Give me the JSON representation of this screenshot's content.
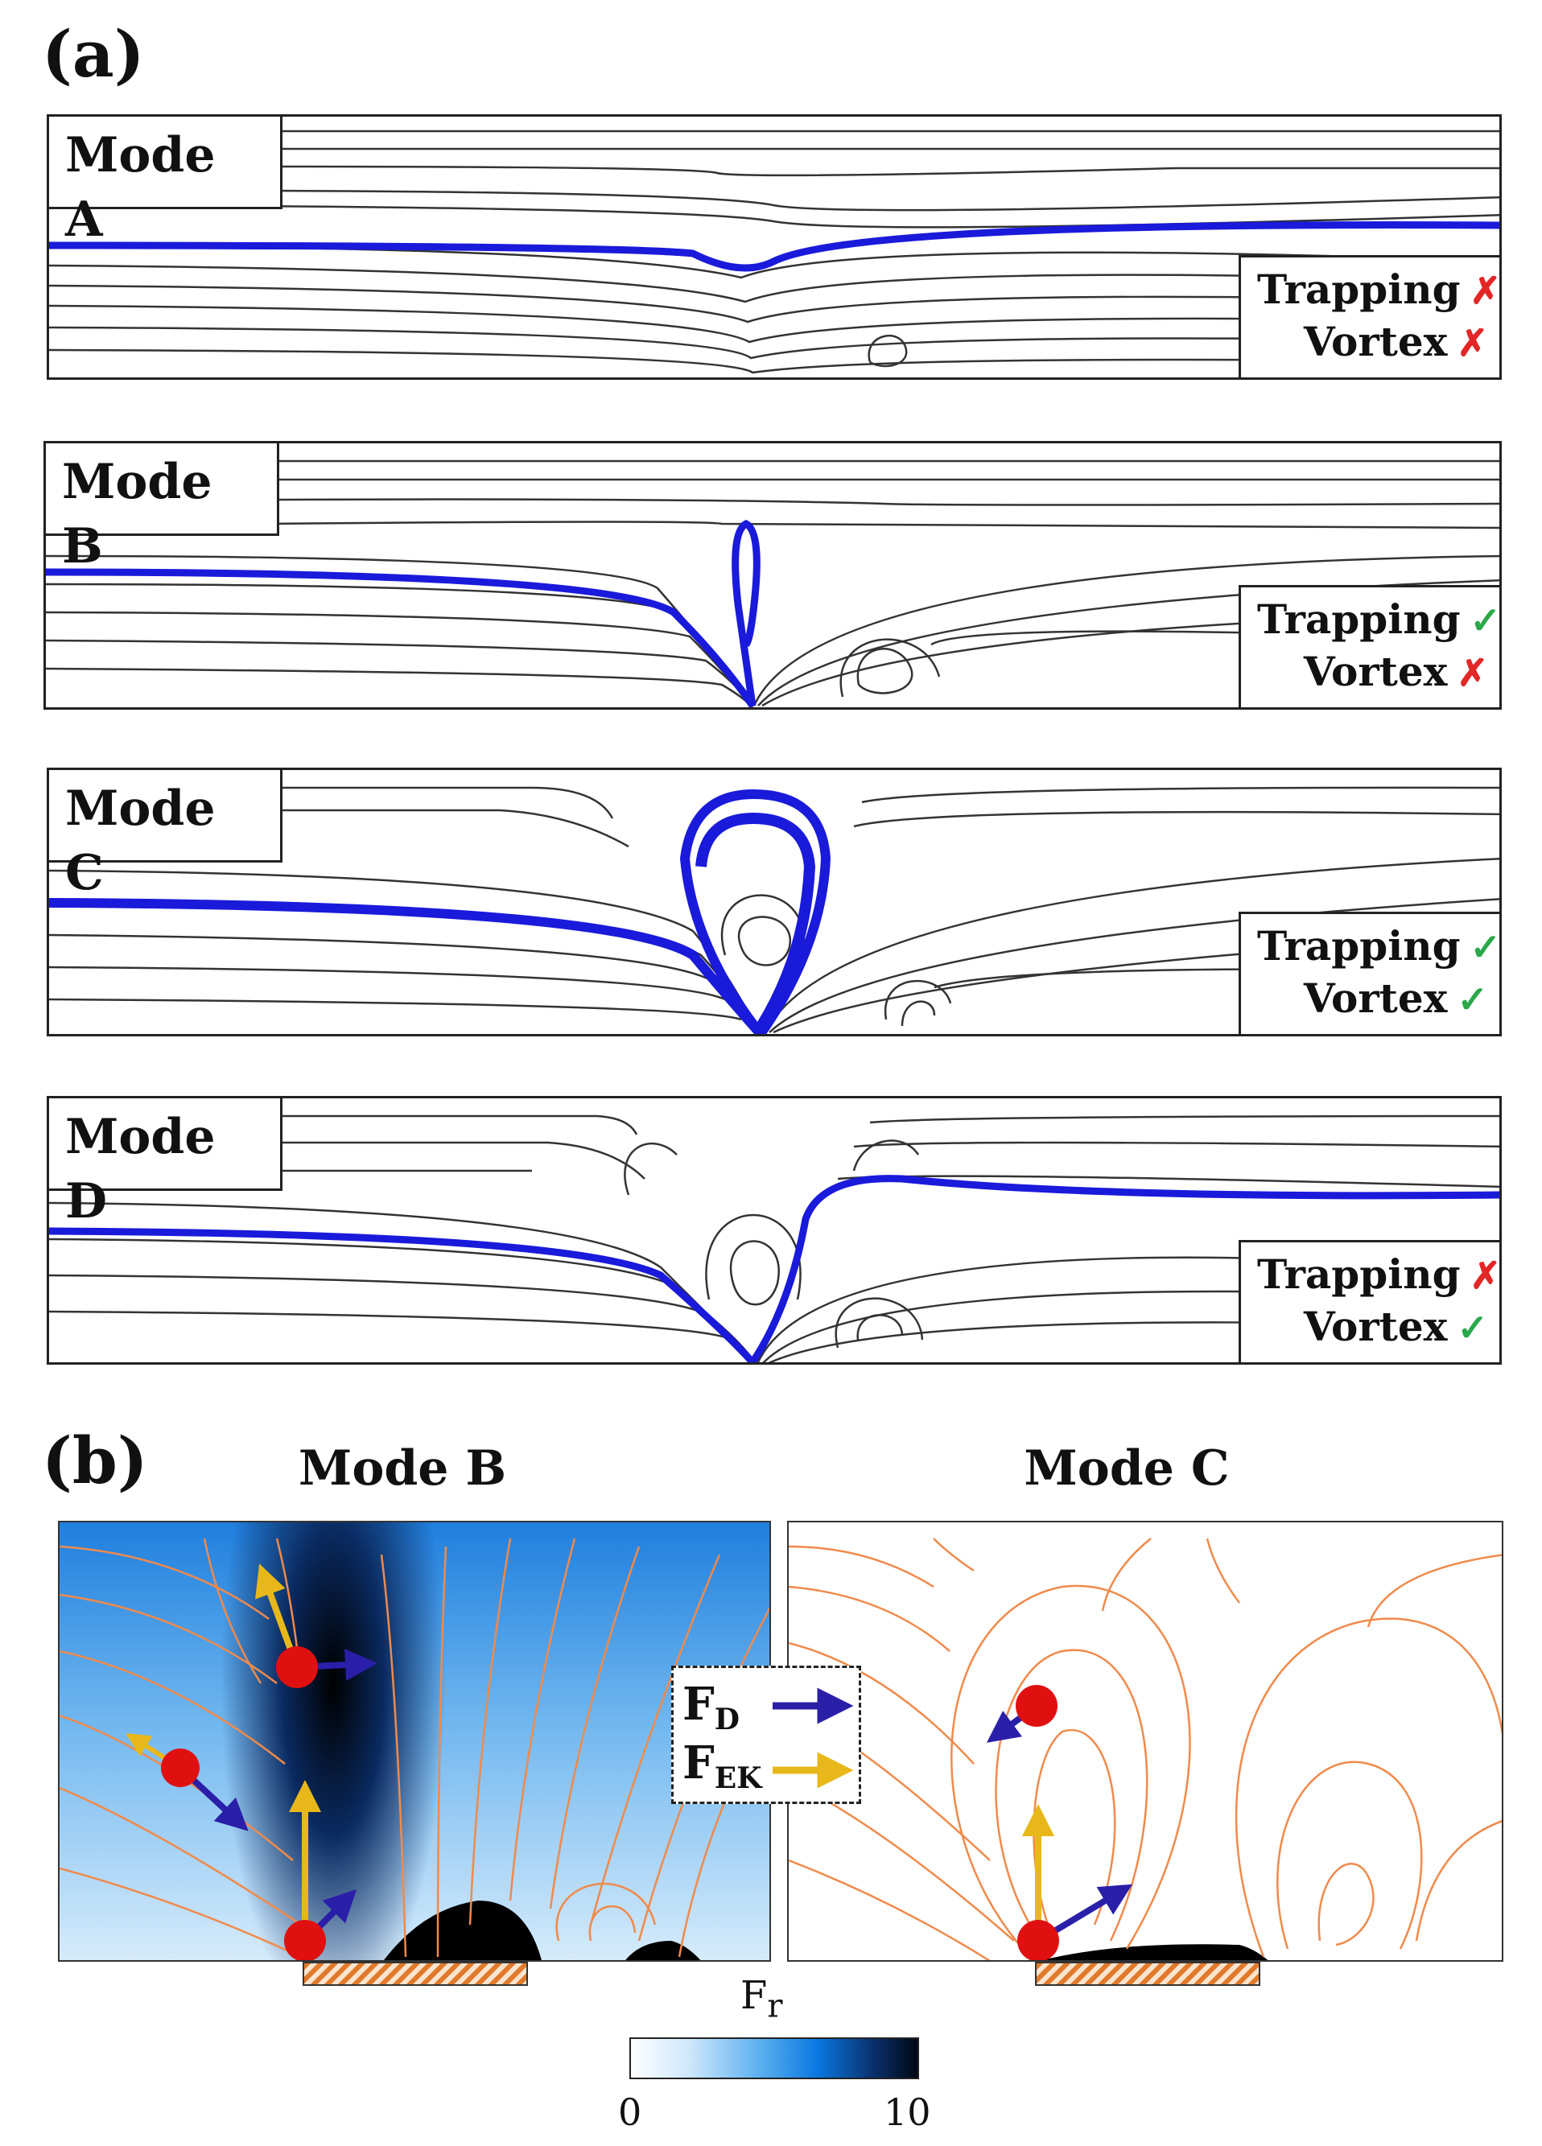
{
  "panel_a": {
    "letter": "(a)",
    "modes": [
      {
        "label": "Mode A",
        "trapping_label": "Trapping",
        "trapping_mark": "✗",
        "trapping_ok": false,
        "vortex_label": "Vortex",
        "vortex_mark": "✗",
        "vortex_ok": false
      },
      {
        "label": "Mode B",
        "trapping_label": "Trapping",
        "trapping_mark": "✓",
        "trapping_ok": true,
        "vortex_label": "Vortex",
        "vortex_mark": "✗",
        "vortex_ok": false
      },
      {
        "label": "Mode C",
        "trapping_label": "Trapping",
        "trapping_mark": "✓",
        "trapping_ok": true,
        "vortex_label": "Vortex",
        "vortex_mark": "✓",
        "vortex_ok": true
      },
      {
        "label": "Mode D",
        "trapping_label": "Trapping",
        "trapping_mark": "✗",
        "trapping_ok": false,
        "vortex_label": "Vortex",
        "vortex_mark": "✓",
        "vortex_ok": true
      }
    ]
  },
  "panel_b": {
    "letter": "(b)",
    "left_title": "Mode B",
    "right_title": "Mode C",
    "legend": {
      "drag_main": "F",
      "drag_sub": "D",
      "ek_main": "F",
      "ek_sub": "EK"
    },
    "colorbar": {
      "label_main": "F",
      "label_sub": "r",
      "min": "0",
      "max": "10"
    }
  },
  "colors": {
    "tracer_line": "#1a1adb",
    "streamline": "#333333",
    "field_streamline": "#f08a4b",
    "particle": "#e01010",
    "drag_arrow": "#2a1fa8",
    "ek_arrow": "#e8b81a",
    "electrode": "#e07a2a"
  }
}
